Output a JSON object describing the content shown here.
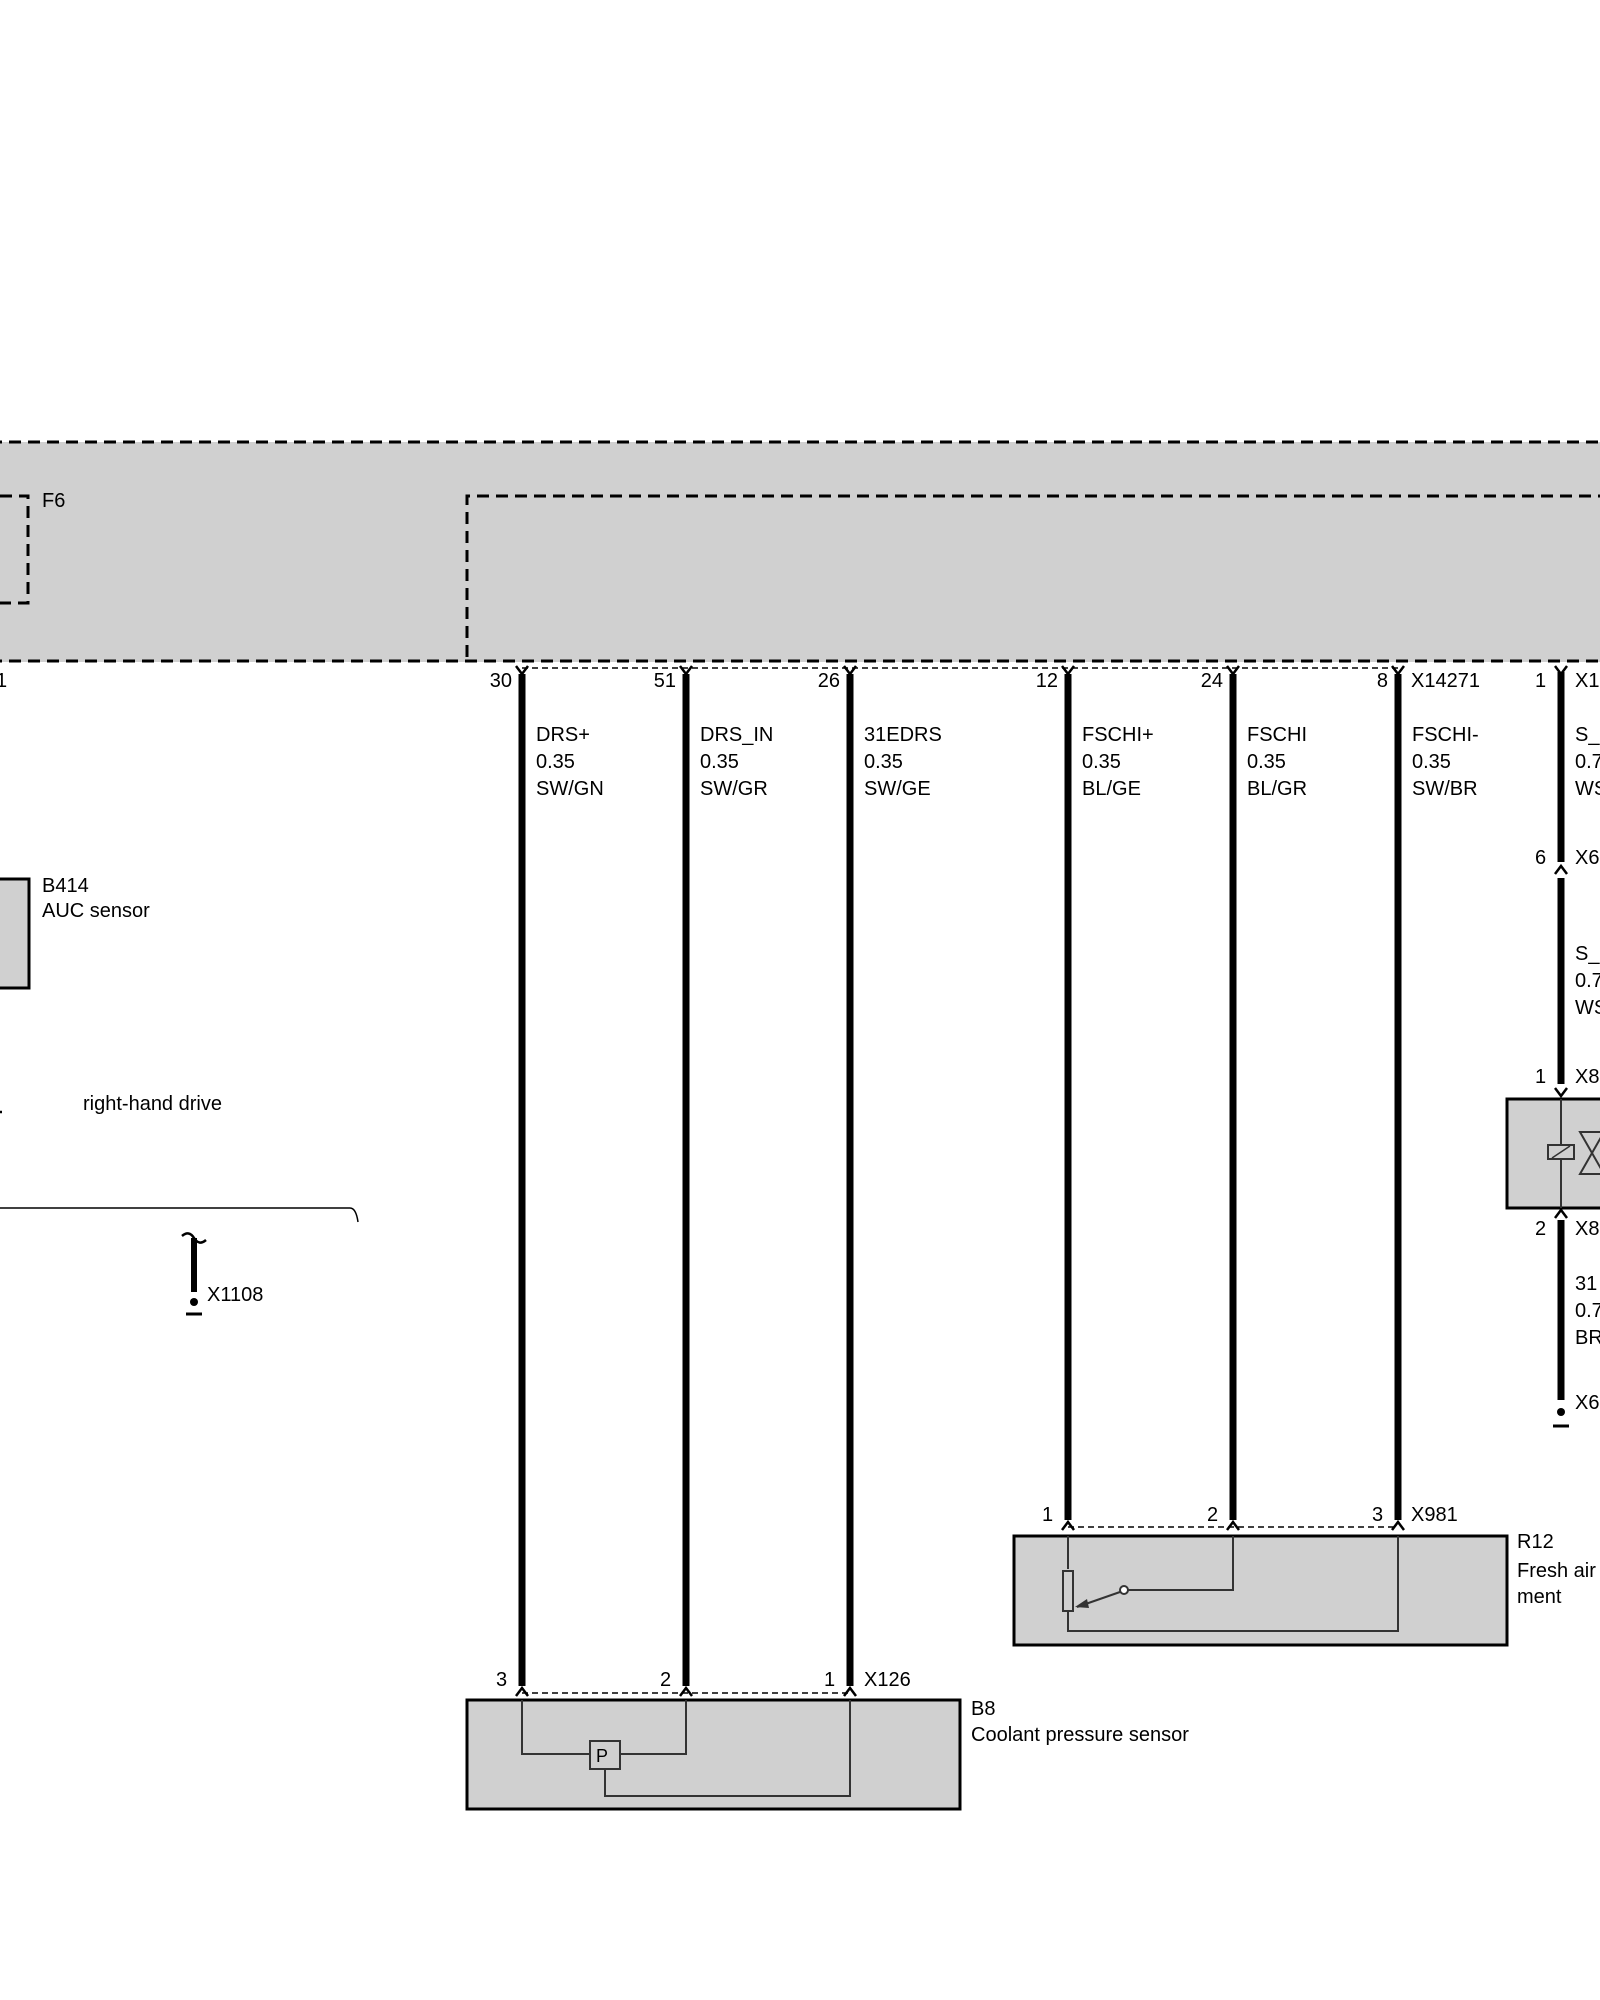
{
  "header": {
    "f6_label": "F6",
    "stub_pin_label": "1",
    "top_x_label": "X1"
  },
  "aux": {
    "b414_id": "B414",
    "b414_name": "AUC sensor",
    "rhd_note": "right-hand drive",
    "x1108_label": "X1108"
  },
  "wires": [
    {
      "pin": "30",
      "name": "DRS+",
      "size": "0.35",
      "color": "SW/GN"
    },
    {
      "pin": "51",
      "name": "DRS_IN",
      "size": "0.35",
      "color": "SW/GR"
    },
    {
      "pin": "26",
      "name": "31EDRS",
      "size": "0.35",
      "color": "SW/GE"
    },
    {
      "pin": "12",
      "name": "FSCHI+",
      "size": "0.35",
      "color": "BL/GE"
    },
    {
      "pin": "24",
      "name": "FSCHI",
      "size": "0.35",
      "color": "BL/GR"
    },
    {
      "pin": "8",
      "name": "FSCHI-",
      "size": "0.35",
      "color": "SW/BR",
      "connector": "X14271"
    }
  ],
  "right_circuit": {
    "pin_top": "1",
    "label_top_1": "S_",
    "label_top_2": "0.7",
    "label_top_3": "WS",
    "pin_mid": "6",
    "conn_mid": "X6",
    "label_mid_1": "S_",
    "label_mid_2": "0.7",
    "label_mid_3": "WS",
    "pin_valve_in": "1",
    "conn_valve_in": "X8",
    "pin_valve_out": "2",
    "conn_valve_out": "X8",
    "label_bot_1": "31",
    "label_bot_2": "0.7",
    "label_bot_3": "BR",
    "conn_ground": "X6"
  },
  "r12": {
    "id": "R12",
    "name_line1": "Fresh air",
    "name_line2": "ment",
    "connector": "X981",
    "pins": [
      "1",
      "2",
      "3"
    ]
  },
  "b8": {
    "id": "B8",
    "name": "Coolant pressure sensor",
    "connector": "X126",
    "pins": [
      "3",
      "2",
      "1"
    ],
    "symbol": "P"
  }
}
